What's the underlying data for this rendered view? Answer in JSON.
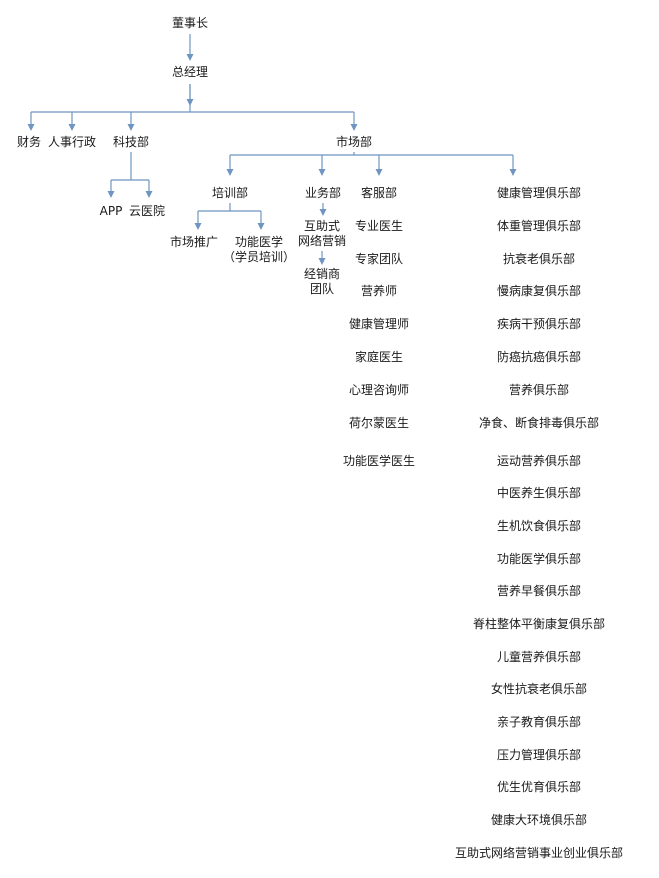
{
  "chairman": "董事长",
  "general_manager": "总经理",
  "finance": "财务",
  "hr_admin": "人事行政",
  "tech_dept": {
    "name": "科技部",
    "children": [
      "APP",
      "云医院"
    ]
  },
  "market_dept": {
    "name": "市场部",
    "training": {
      "name": "培训部",
      "children": [
        {
          "lines": [
            "市场推广"
          ]
        },
        {
          "lines": [
            "功能医学",
            "（学员培训）"
          ]
        }
      ]
    },
    "business": {
      "name": "业务部",
      "children": [
        {
          "lines": [
            "互助式",
            "网络营销"
          ]
        },
        {
          "lines": [
            "经销商",
            "团队"
          ]
        }
      ]
    },
    "customer_service": {
      "name": "客服部",
      "children": [
        "专业医生",
        "专家团队",
        "营养师",
        "健康管理师",
        "家庭医生",
        "心理咨询师",
        "荷尔蒙医生",
        "功能医学医生"
      ]
    },
    "clubs": [
      "健康管理俱乐部",
      "体重管理俱乐部",
      "抗衰老俱乐部",
      "慢病康复俱乐部",
      "疾病干预俱乐部",
      "防癌抗癌俱乐部",
      "营养俱乐部",
      "净食、断食排毒俱乐部",
      "运动营养俱乐部",
      "中医养生俱乐部",
      "生机饮食俱乐部",
      "功能医学俱乐部",
      "营养早餐俱乐部",
      "脊柱整体平衡康复俱乐部",
      "儿童营养俱乐部",
      "女性抗衰老俱乐部",
      "亲子教育俱乐部",
      "压力管理俱乐部",
      "优生优育俱乐部",
      "健康大环境俱乐部",
      "互助式网络营销事业创业俱乐部"
    ]
  },
  "colors": {
    "line": "#6f95c0",
    "text": "#1a1a1a"
  }
}
